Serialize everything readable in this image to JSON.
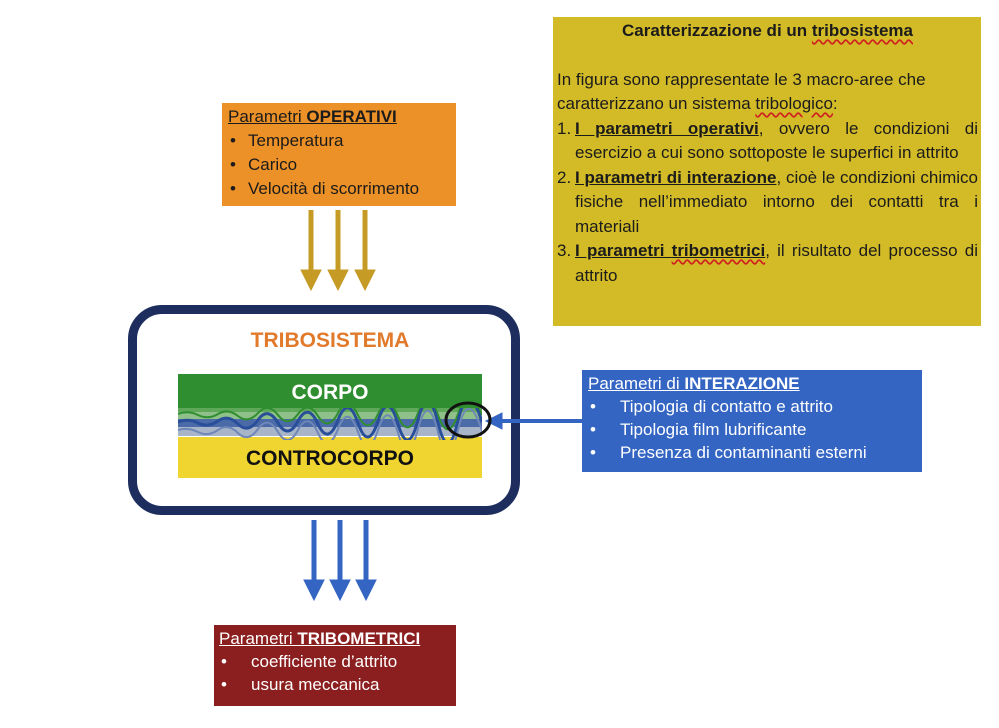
{
  "operativi": {
    "title_prefix": "Parametri ",
    "title_keyword": "OPERATIVI",
    "items": [
      "Temperatura",
      "Carico",
      "Velocità di scorrimento"
    ]
  },
  "interazione": {
    "title_prefix": "Parametri di ",
    "title_keyword": "INTERAZIONE",
    "items": [
      "Tipologia di contatto e attrito",
      "Tipologia film lubrificante",
      "Presenza di contaminanti esterni"
    ]
  },
  "tribometrici": {
    "title_prefix": "Parametri ",
    "title_keyword": "TRIBOMETRICI",
    "items": [
      "coefficiente d’attrito",
      "usura meccanica"
    ]
  },
  "tribosistema": {
    "title": "TRIBOSISTEMA",
    "corpo": "CORPO",
    "controcorpo": "CONTROCORPO"
  },
  "description": {
    "title_prefix": "Caratterizzazione di un ",
    "title_keyword": "tribosistema",
    "intro_1": "In figura sono rappresentate le 3 macro-aree che caratterizzano un sistema ",
    "intro_keyword": "tribologico",
    "intro_2": ":",
    "points": [
      {
        "num": "1.",
        "bold": "I parametri operativi",
        "text": ", ovvero le condizioni di esercizio a cui sono sottoposte le superfici in attrito"
      },
      {
        "num": "2.",
        "bold": "I parametri di interazione",
        "text": ", cioè le condizioni chimico fisiche nell’immediato intorno dei contatti tra i materiali"
      },
      {
        "num": "3.",
        "bold_prefix": "I parametri ",
        "bold_keyword": "tribometrici",
        "text": ", il risultato del processo di attrito"
      }
    ]
  },
  "colors": {
    "operativi": "#ec9127",
    "interazione": "#3465c3",
    "tribometrici": "#8b1e1e",
    "description": "#d3bb27",
    "frame": "#1c2d5e",
    "corpo": "#2f8e2f",
    "controcorpo": "#f0d42f",
    "arrow_in": "#c59b26",
    "arrow_out": "#3465c3"
  }
}
